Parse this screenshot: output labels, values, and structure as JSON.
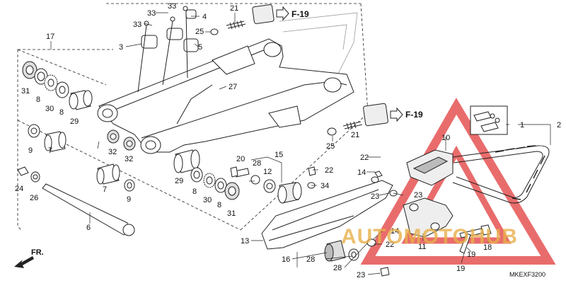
{
  "callouts": [
    {
      "id": "c33a",
      "text": "33"
    },
    {
      "id": "c33b",
      "text": "33"
    },
    {
      "id": "c33c",
      "text": "33"
    },
    {
      "id": "c4",
      "text": "4"
    },
    {
      "id": "c3",
      "text": "3"
    },
    {
      "id": "c5",
      "text": "5"
    },
    {
      "id": "c21a",
      "text": "21"
    },
    {
      "id": "c25a",
      "text": "25"
    },
    {
      "id": "c17",
      "text": "17"
    },
    {
      "id": "c31a",
      "text": "31"
    },
    {
      "id": "c8a",
      "text": "8"
    },
    {
      "id": "c30a",
      "text": "30"
    },
    {
      "id": "c8b",
      "text": "8"
    },
    {
      "id": "c29a",
      "text": "29"
    },
    {
      "id": "c27",
      "text": "27"
    },
    {
      "id": "c32a",
      "text": "32"
    },
    {
      "id": "c32b",
      "text": "32"
    },
    {
      "id": "c9a",
      "text": "9"
    },
    {
      "id": "c7a",
      "text": "7"
    },
    {
      "id": "c24",
      "text": "24"
    },
    {
      "id": "c26",
      "text": "26"
    },
    {
      "id": "c7b",
      "text": "7"
    },
    {
      "id": "c9b",
      "text": "9"
    },
    {
      "id": "c6",
      "text": "6"
    },
    {
      "id": "c29b",
      "text": "29"
    },
    {
      "id": "c8c",
      "text": "8"
    },
    {
      "id": "c30b",
      "text": "30"
    },
    {
      "id": "c8d",
      "text": "8"
    },
    {
      "id": "c31b",
      "text": "31"
    },
    {
      "id": "c20",
      "text": "20"
    },
    {
      "id": "c28a",
      "text": "28"
    },
    {
      "id": "c15",
      "text": "15"
    },
    {
      "id": "c12",
      "text": "12"
    },
    {
      "id": "c22a",
      "text": "22"
    },
    {
      "id": "c22b",
      "text": "22"
    },
    {
      "id": "c14a",
      "text": "14"
    },
    {
      "id": "c34",
      "text": "34"
    },
    {
      "id": "c25b",
      "text": "25"
    },
    {
      "id": "c21b",
      "text": "21"
    },
    {
      "id": "c10",
      "text": "10"
    },
    {
      "id": "c1",
      "text": "1"
    },
    {
      "id": "c2",
      "text": "2"
    },
    {
      "id": "c23a",
      "text": "23"
    },
    {
      "id": "c23b",
      "text": "23"
    },
    {
      "id": "c13",
      "text": "13"
    },
    {
      "id": "c14b",
      "text": "14"
    },
    {
      "id": "c22c",
      "text": "22"
    },
    {
      "id": "c16",
      "text": "16"
    },
    {
      "id": "c28b",
      "text": "28"
    },
    {
      "id": "c28c",
      "text": "28"
    },
    {
      "id": "c23c",
      "text": "23"
    },
    {
      "id": "c11",
      "text": "11"
    },
    {
      "id": "c18",
      "text": "18"
    },
    {
      "id": "c19a",
      "text": "19"
    },
    {
      "id": "c19b",
      "text": "19"
    }
  ],
  "references": {
    "f19_top": "F-19",
    "f19_mid": "F-19"
  },
  "front_label": "FR.",
  "diagram_code": "MKEXF3200",
  "watermark": {
    "text": "AUTOMOTOHUB",
    "color": "#e8b04a",
    "triangle_color": "#e23b3b"
  }
}
